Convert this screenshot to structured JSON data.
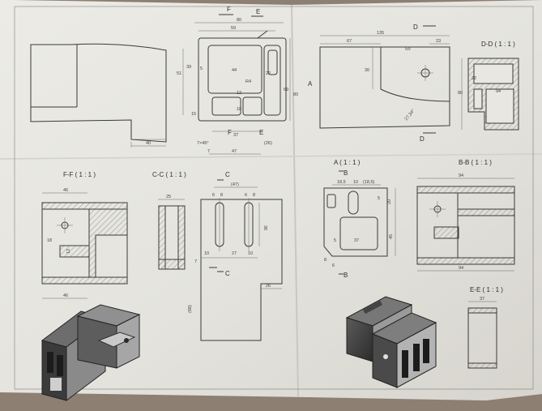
{
  "titles": {
    "ff": "F-F ( 1 : 1 )",
    "cc": "C-C ( 1 : 1 )",
    "a": "A ( 1 : 1 )",
    "bb": "B-B ( 1 : 1 )",
    "dd": "D-D ( 1 : 1 )",
    "ee": "E-E ( 1 : 1 )"
  },
  "section_markers": {
    "f": "F",
    "e": "E",
    "d": "D",
    "c": "C",
    "b": "B",
    "a": "A"
  },
  "dims": {
    "top_center": {
      "d80": "80",
      "d59": "59",
      "d5": "5",
      "d39": "39",
      "d51": "51",
      "d44": "44",
      "d22": "22",
      "d12": "12",
      "d15": "15",
      "d37": "37",
      "d47": "47",
      "d7": "7",
      "d26p": "(26)",
      "d80v": "80",
      "d69": "69",
      "d7x45": "7×45°",
      "r4": "R4",
      "d10": "10"
    },
    "top_left": {
      "d40": "40"
    },
    "top_right": {
      "d135": "135",
      "d67": "67",
      "d23": "23",
      "d30": "30",
      "angle": "27,34°",
      "note": "68"
    },
    "dd": {
      "d94": "94",
      "d22": "22",
      "d80": "80"
    },
    "ff": {
      "d46t": "46",
      "d46b": "46",
      "d18": "18",
      "d12": "12"
    },
    "cc": {
      "d25": "25"
    },
    "c": {
      "d47p": "(47)",
      "d6a": "6",
      "d8a": "8",
      "d6b": "6",
      "d8b": "8",
      "d36": "36",
      "d10a": "10",
      "d27": "27",
      "d10b": "10",
      "d7": "7",
      "d26": "26",
      "d68p": "(68)"
    },
    "a": {
      "d18_5": "18,5",
      "d10": "10",
      "d18_5p": "(18,5)",
      "d5a": "5",
      "d20": "20",
      "d45": "45",
      "d37": "37",
      "d5b": "5",
      "d8": "8",
      "d6": "6"
    },
    "bb": {
      "d94t": "94",
      "d94b": "94"
    },
    "ee": {
      "d37": "37"
    }
  }
}
